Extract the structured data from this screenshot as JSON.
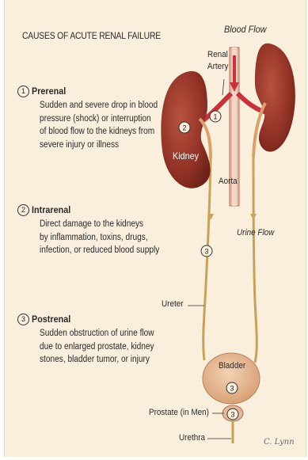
{
  "title": "CAUSES OF ACUTE RENAL FAILURE",
  "causes": [
    {
      "number": "1",
      "name": "Prerenal",
      "lines": [
        "Sudden and severe drop in blood",
        "pressure (shock) or interruption",
        "of blood flow to the kidneys from",
        "severe injury or illness"
      ]
    },
    {
      "number": "2",
      "name": "Intrarenal",
      "lines": [
        "Direct damage to the kidneys",
        "by inflammation, toxins, drugs,",
        "infection, or reduced blood supply"
      ]
    },
    {
      "number": "3",
      "name": "Postrenal",
      "lines": [
        "Sudden obstruction of urine flow",
        "due to enlarged prostate, kidney",
        "stones, bladder tumor, or injury"
      ]
    }
  ],
  "labels": {
    "blood_flow": "Blood Flow",
    "renal_artery_1": "Renal",
    "renal_artery_2": "Artery",
    "kidney": "Kidney",
    "aorta": "Aorta",
    "urine_flow": "Urine Flow",
    "ureter": "Ureter",
    "bladder": "Bladder",
    "prostate": "Prostate (in Men)",
    "urethra": "Urethra"
  },
  "markers": {
    "prerenal": "1",
    "intrarenal": "2",
    "postrenal_ureter": "3",
    "postrenal_bladder": "3",
    "postrenal_prostate": "3"
  },
  "signature": "C. Lynn",
  "colors": {
    "background": "#faeedd",
    "kidney": "#9a3b2f",
    "artery": "#c8323a",
    "ureter": "#c9a25a",
    "bladder": "#e7bd98"
  }
}
